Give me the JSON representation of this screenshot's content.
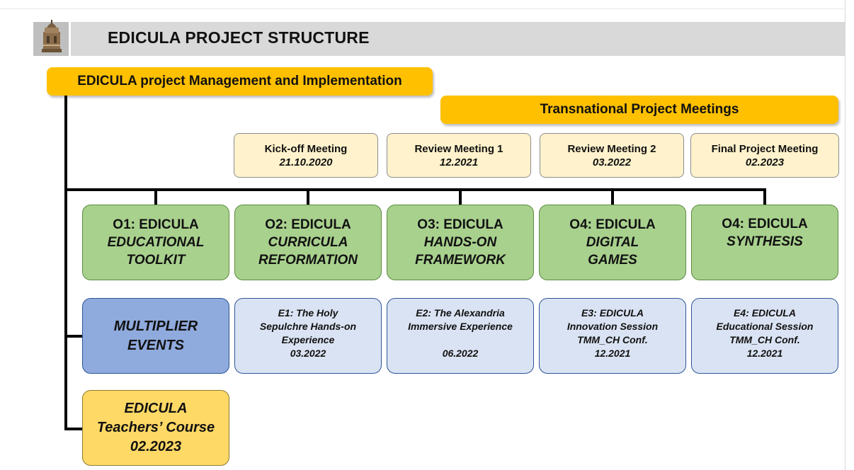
{
  "header": {
    "title": "EDICULA PROJECT STRUCTURE"
  },
  "management": {
    "label": "EDICULA project Management and Implementation"
  },
  "meetings": {
    "heading": "Transnational Project Meetings",
    "items": [
      {
        "name": "Kick-off Meeting",
        "date": "21.10.2020"
      },
      {
        "name": "Review Meeting 1",
        "date": "12.2021"
      },
      {
        "name": "Review Meeting 2",
        "date": "03.2022"
      },
      {
        "name": "Final Project Meeting",
        "date": "02.2023"
      }
    ]
  },
  "outputs": [
    {
      "code": "O1: EDICULA",
      "line1": "EDUCATIONAL",
      "line2": "TOOLKIT"
    },
    {
      "code": "O2: EDICULA",
      "line1": "CURRICULA",
      "line2": "REFORMATION"
    },
    {
      "code": "O3: EDICULA",
      "line1": "HANDS-ON",
      "line2": "FRAMEWORK"
    },
    {
      "code": "O4: EDICULA",
      "line1": "DIGITAL",
      "line2": "GAMES"
    },
    {
      "code": "O4: EDICULA",
      "line1": "SYNTHESIS",
      "line2": ""
    }
  ],
  "multiplier": {
    "line1": "MULTIPLIER",
    "line2": "EVENTS"
  },
  "events": [
    {
      "lines": [
        "E1: The Holy",
        "Sepulchre Hands-on",
        "Experience",
        "03.2022"
      ]
    },
    {
      "lines": [
        "E2: The Alexandria",
        "Immersive Experience",
        "",
        "06.2022"
      ]
    },
    {
      "lines": [
        "E3: EDICULA",
        "Innovation Session",
        "TMM_CH Conf.",
        "12.2021"
      ]
    },
    {
      "lines": [
        "E4: EDICULA",
        "Educational Session",
        "TMM_CH Conf.",
        "12.2021"
      ]
    }
  ],
  "course": {
    "line1": "EDICULA",
    "line2": "Teachers’ Course",
    "line3": "02.2023"
  }
}
